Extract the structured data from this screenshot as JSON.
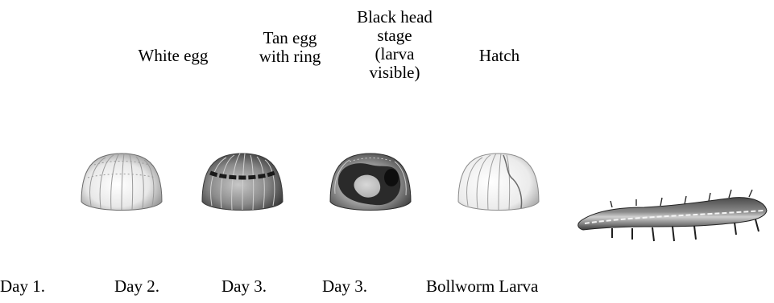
{
  "stages": [
    {
      "label": "White egg"
    },
    {
      "label": "Tan egg\nwith ring"
    },
    {
      "label": "Black head\nstage\n(larva\nvisible)"
    },
    {
      "label": "Hatch"
    }
  ],
  "days": [
    "Day 1.",
    "Day 2.",
    "Day 3.",
    "Day 3.",
    "Bollworm Larva"
  ],
  "colors": {
    "white_egg": "#f0f0f0",
    "tan_egg": "#7a7a7a",
    "black_head": "#303030",
    "hatch": "#dcdcdc",
    "larva": "#5a5a5a"
  }
}
